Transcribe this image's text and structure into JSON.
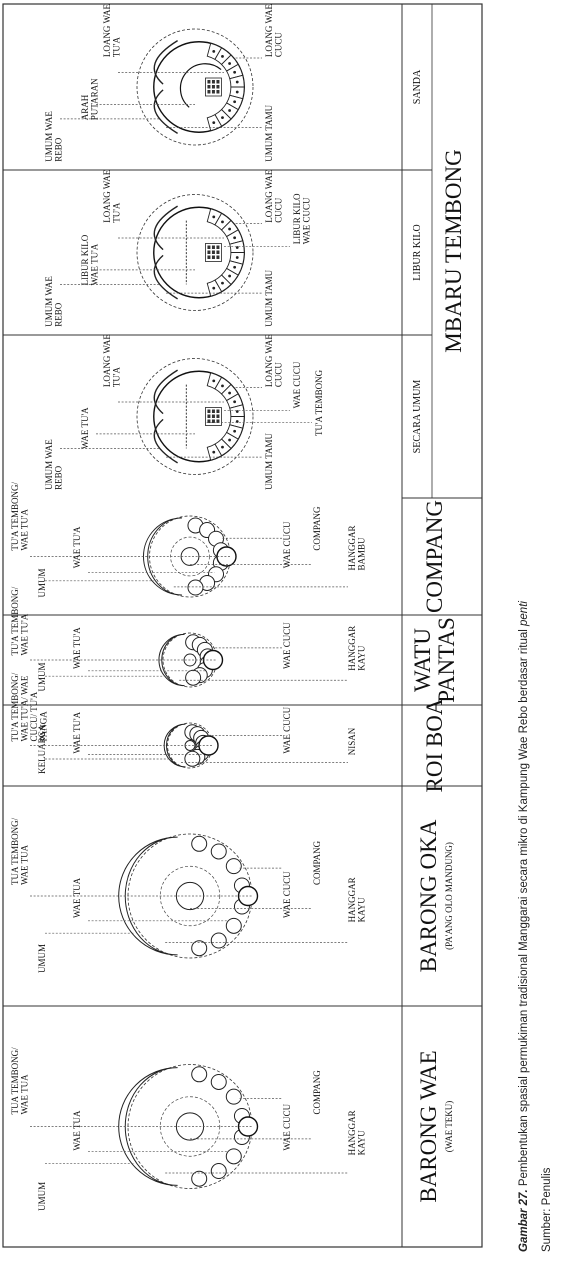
{
  "panels": [
    {
      "id": "barong-wae",
      "title": "BARONG WAE",
      "subtitle": "(WAE TEKU)",
      "variant": "compang",
      "labels": {
        "a": "UMUM",
        "b": "WAE TUA",
        "c": "TUA TEMBONG/ WAE TUA",
        "d": "WAE CUCU",
        "e": "COMPANG",
        "f": "HANGGAR KAYU"
      }
    },
    {
      "id": "barong-oka",
      "title": "BARONG OKA",
      "subtitle": "(PA'ANG OLO MANDUNG)",
      "variant": "compang",
      "labels": {
        "a": "UMUM",
        "b": "WAE TUA",
        "c": "TUA TEMBONG/ WAE TUA",
        "d": "WAE CUCU",
        "e": "COMPANG",
        "f": "HANGGAR KAYU"
      }
    },
    {
      "id": "roi-boa",
      "title": "ROI BOA",
      "subtitle": "",
      "variant": "simple",
      "labels": {
        "a": "KELUARGA",
        "b": "WAE TU'A",
        "c": "TU'A TEMBONG/ WAE TU'A/ WAE CUCU/ TU'A PANGA",
        "d": "WAE CUCU",
        "e": "",
        "f": "NISAN"
      }
    },
    {
      "id": "watu-pantas",
      "title": "WATU PANTAS",
      "subtitle": "",
      "variant": "simple",
      "labels": {
        "a": "UMUM",
        "b": "WAE TU'A",
        "c": "TU'A TEMBONG/ WAE TU'A",
        "d": "WAE CUCU",
        "e": "",
        "f": "HANGGAR KAYU"
      }
    },
    {
      "id": "compang",
      "title": "COMPANG",
      "subtitle": "",
      "variant": "compang",
      "labels": {
        "a": "UMUM",
        "b": "WAE TU'A",
        "c": "TU'A TEMBONG/ WAE TU'A",
        "d": "WAE CUCU",
        "e": "COMPANG",
        "f": "HANGGAR BAMBU"
      }
    }
  ],
  "mbaru": {
    "title": "MBARU TEMBONG",
    "columns": [
      {
        "id": "secara-umum",
        "name": "SECARA UMUM",
        "labels": {
          "a": "UMUM WAE REBO",
          "b": "WAE TU'A",
          "c": "LOANG WAE TU'A",
          "d": "LOANG WAE CUCU",
          "e": "WAE CUCU",
          "f": "UMUM TAMU",
          "g": "TU'A TEMBONG"
        }
      },
      {
        "id": "libur-kilo",
        "name": "LIBUR KILO",
        "labels": {
          "a": "UMUM WAE REBO",
          "b": "LIBUR KILO WAE TU'A",
          "c": "LOANG WAE TU'A",
          "d": "LOANG WAE CUCU",
          "e": "LIBUR KILO WAE CUCU",
          "f": "UMUM TAMU",
          "g": ""
        }
      },
      {
        "id": "sanda",
        "name": "SANDA",
        "labels": {
          "a": "UMUM WAE REBO",
          "b": "ARAH PUTARAN",
          "c": "LOANG WAE TU'A",
          "d": "LOANG WAE CUCU",
          "e": "",
          "f": "UMUM TAMU",
          "g": ""
        }
      }
    ]
  },
  "caption": {
    "label": "Gambar 27.",
    "text": " Pembentukan spasial permukiman tradisional Manggarai secara mikro di Kampung Wae Rebo berdasar ritual ",
    "italic": "penti",
    "source": "Sumber: Penulis"
  }
}
